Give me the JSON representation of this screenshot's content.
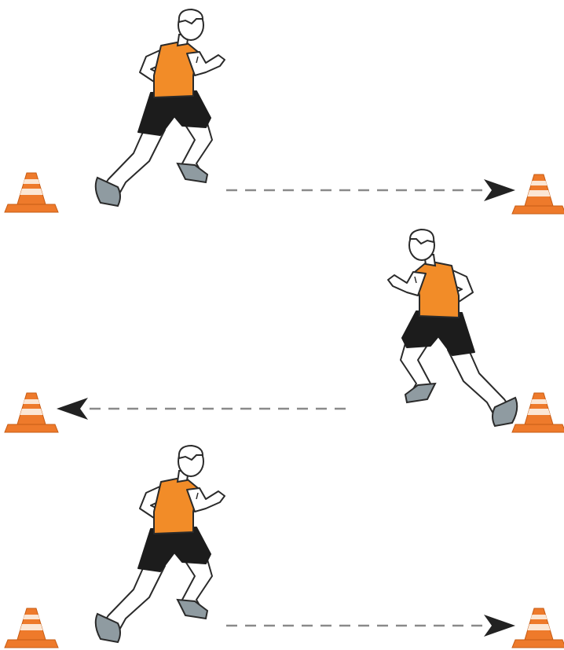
{
  "colors": {
    "shirt": "#f28c28",
    "shorts": "#1c1c1c",
    "skin": "#ffffff",
    "outline": "#2a2a2a",
    "shoe": "#8f9ba1",
    "cone": "#ee7a2b",
    "cone_stripe": "#fbe6d4",
    "arrow": "#222222",
    "dash": "#8a8a8a"
  },
  "rows": [
    {
      "id": "row-1",
      "direction": "right",
      "runner_facing": "right"
    },
    {
      "id": "row-2",
      "direction": "left",
      "runner_facing": "left"
    },
    {
      "id": "row-3",
      "direction": "right",
      "runner_facing": "right"
    }
  ],
  "icons": {
    "cone": "traffic-cone-icon",
    "arrow": "arrow-head-icon",
    "runner": "runner-figure"
  }
}
